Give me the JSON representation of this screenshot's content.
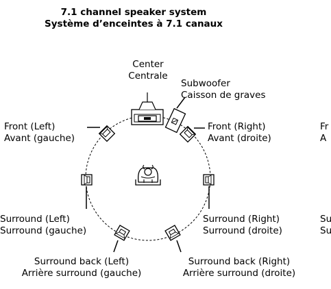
{
  "title": {
    "en": "7.1 channel speaker system",
    "fr": "Système d’enceintes à 7.1 canaux"
  },
  "labels": {
    "center": {
      "en": "Center",
      "fr": "Centrale"
    },
    "subwoofer": {
      "en": "Subwoofer",
      "fr": "Caisson de graves"
    },
    "front_left": {
      "en": "Front (Left)",
      "fr": "Avant (gauche)"
    },
    "front_right": {
      "en": "Front (Right)",
      "fr": "Avant (droite)"
    },
    "surround_left": {
      "en": "Surround (Left)",
      "fr": "Surround (gauche)"
    },
    "surround_right": {
      "en": "Surround (Right)",
      "fr": "Surround (droite)"
    },
    "surround_back_left": {
      "en": "Surround back (Left)",
      "fr": "Arrière surround (gauche)"
    },
    "surround_back_right": {
      "en": "Surround back (Right)",
      "fr": "Arrière surround (droite)"
    }
  },
  "cropped_right": {
    "line1": "Fr",
    "line2": "A",
    "line3": "Su",
    "line4": "Su"
  },
  "icons": [
    "tv-icon",
    "speaker-icon",
    "subwoofer-icon",
    "listener-icon"
  ]
}
